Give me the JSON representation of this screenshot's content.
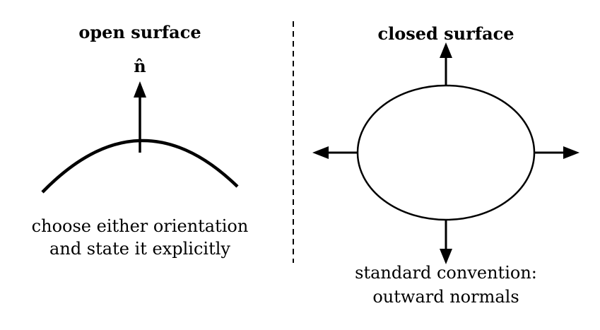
{
  "open_panel": {
    "title": "open surface",
    "normal_symbol": "n̂",
    "caption_line1": "choose either orientation",
    "caption_line2": "and state it explicitly"
  },
  "closed_panel": {
    "title": "closed surface",
    "caption_line1": "standard convention:",
    "caption_line2": "outward normals"
  },
  "colors": {
    "stroke": "#000000",
    "background": "#ffffff"
  }
}
